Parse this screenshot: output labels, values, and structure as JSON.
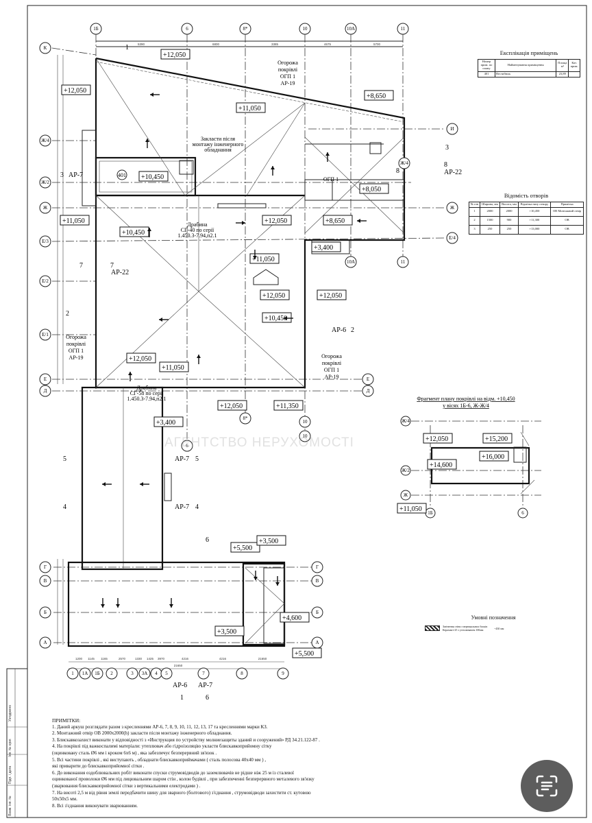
{
  "drawing": {
    "axes_top": [
      "1Б",
      "6",
      "8*",
      "10",
      "10А",
      "11"
    ],
    "axes_left": [
      "К",
      "Ж/4",
      "Ж/2",
      "Ж",
      "Е/3",
      "Е/2",
      "Е/1",
      "Е",
      "Д",
      "Г",
      "В",
      "Б",
      "А"
    ],
    "axes_right": [
      "И",
      "Ж/4",
      "Ж",
      "Е/4",
      "Е",
      "Д",
      "Г",
      "В",
      "Б",
      "А"
    ],
    "axes_bottom": [
      "1",
      "1А",
      "1Б",
      "2",
      "3",
      "3А",
      "4",
      "5",
      "7",
      "8",
      "9"
    ],
    "axes_misc": [
      "10А",
      "11",
      "6",
      "10",
      "8*",
      "10"
    ],
    "dims_top": [
      "5390",
      "6800",
      "3385",
      "4675",
      "5700"
    ],
    "dims_bottom": [
      "1200",
      "1145",
      "1165",
      "2570",
      "1330",
      "1425",
      "3970",
      "4216",
      "4216",
      "21650"
    ],
    "elevations": [
      "+12,050",
      "+12,050",
      "+11,050",
      "+8,650",
      "+10,450",
      "+12,050",
      "+11,050",
      "+10,450",
      "+8,050",
      "+8,650",
      "+3,400",
      "+11,050",
      "+12,050",
      "+12,050",
      "+10,450",
      "+12,050",
      "+11,050",
      "+12,050",
      "+11,350",
      "+3,400",
      "+5,500",
      "+3,500",
      "+4,600",
      "+3,500",
      "+5,500"
    ],
    "notes_on_plan": {
      "fence1": [
        "Огорожа",
        "покрівлі",
        "ОГП 1",
        "АР-19"
      ],
      "fence2": [
        "Огорожа",
        "покрівлі",
        "ОГП 1",
        "АР-19"
      ],
      "fence3": [
        "Огорожа",
        "покрівлі",
        "ОГП 1",
        "АР-19"
      ],
      "install": [
        "Закласти після",
        "монтажу інженерного",
        "обладнання"
      ],
      "ladder1": [
        "Драбина",
        "СГ-40 по серії",
        "1.450.3-7.94,п2.1"
      ],
      "ladder2": [
        "Драбина",
        "СГ-58 по серії",
        "1.450.3-7.94,п2.1"
      ],
      "stair_fence": "ОГП 1",
      "room": "401"
    },
    "sections": [
      "1",
      "3",
      "АР-7",
      "8",
      "8",
      "АР-22",
      "7",
      "7",
      "АР-22",
      "2",
      "АР-6",
      "2",
      "5",
      "АР-7",
      "5",
      "4",
      "АР-7",
      "4",
      "6",
      "АР-6",
      "1",
      "АР-7",
      "6",
      "3"
    ]
  },
  "fragment": {
    "title_line1": "Фрагмент плану покрівлі на відм. +10,450",
    "title_line2": "у вісях 1Б-6, Ж-Ж/4",
    "axes": [
      "Ж/4",
      "Ж/2",
      "Ж",
      "1Б",
      "6"
    ],
    "elevations": [
      "+12,050",
      "+15,200",
      "+16,000",
      "+14,600",
      "+11,050"
    ]
  },
  "rooms_table": {
    "title": "Експлікація приміщень",
    "headers": [
      "Номер прим. по плану",
      "Найменування приміщення",
      "Площа м²",
      "Кат. прим."
    ],
    "rows": [
      [
        "401",
        "Вестибюль",
        "23,89",
        ""
      ]
    ]
  },
  "openings_table": {
    "title": "Відомість отворів",
    "headers": [
      "№ отв",
      "Ширина, мм",
      "Висота, мм",
      "Відмітка низу отвору",
      "Примітка"
    ],
    "rows": [
      [
        "1",
        "2000",
        "2000",
        "+10,450",
        "ОВ Монтажний отвір"
      ],
      [
        "2",
        "1500",
        "900",
        "+11,300",
        "ОВ"
      ],
      [
        "3",
        "250",
        "250",
        "+13,000",
        "ОВ"
      ]
    ]
  },
  "legend": {
    "title": "Умовні позначення",
    "item_text": [
      "Затінення стіни з вертикальних блоків",
      "Керамзит-25 з утеплювачем 100мм"
    ],
    "item_value": "~430 мм"
  },
  "notes": {
    "title": "ПРИМІТКИ:",
    "items": [
      "1.     Даний аркуш розглядати разом з кресленнями АР-6, 7, 8, 9, 10, 11, 12, 13, 17 та кресленнями марки КЗ.",
      "2.     Монтажний отвір ОВ 2000х2000(h) закласти після монтажу інженерного обладнання.",
      "3.     Блискавкозахист виконати у відповідності з «Инструкция по устройству молниезащиты зданий и сооружений» РД 34.21.122-87 .",
      "4.     На покрівлі під важкоспалимі матеріали: утеплювач або гідроізоляцію укласти блискавкоприйомну сітку",
      " (оцинковану сталь Ø6 мм і кроком 6х6 м) , яка забезпечує  безперервний зв'язок .",
      "5.     Всі частини покрівлі , які виступають , обладнати блискавкоприймачами ( сталь полосова 40х40 мм ) ,",
      " які приварити до блискавкоприйомної сітки .",
      "6.     До виконання оздоблювальних робіт виконати спуски струмовідводів до заземлювачів не рідше ніж 25 м із сталевої",
      "оцинкованої проволоки Ø6 мм під лицювальним шаром стін , колон будівлі , при забезпеченні безперервного металевого зв'язку",
      " (зварювання блискавкоприйомної сітки з вертикальними електродами ) .",
      "7.     На висоті 2,5 м від рівня землі передбачити шину для зварного (болтового) з'єднання , струмовідводи захистити ст. кутовою",
      "50х50х5 мм.",
      "8.     Всі з'єднання виконувати зварюванням."
    ]
  },
  "title_block": [
    "Узгоджено",
    "Інв. № ориг.",
    "Підп. і дата",
    "Взам. інв. №"
  ],
  "watermark": "АГЕНТСТВО НЕРУХОМОСТІ",
  "scan_button_icon": "text-scan-icon"
}
